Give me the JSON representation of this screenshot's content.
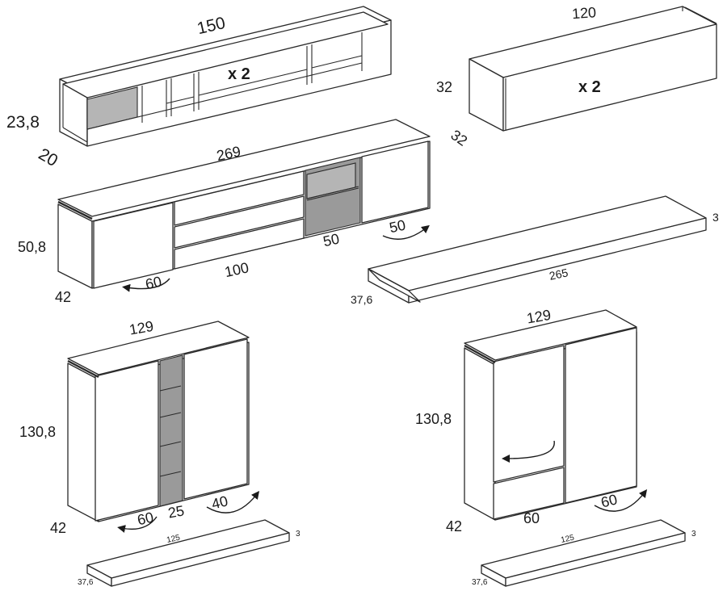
{
  "shelf_unit": {
    "width": "150",
    "height": "23,8",
    "depth": "20",
    "quantity": "x 2"
  },
  "wall_box": {
    "width": "120",
    "height": "32",
    "depth": "32",
    "quantity": "x 2"
  },
  "tv_unit": {
    "width": "269",
    "height": "50,8",
    "depth": "42",
    "drawer_width": "100",
    "open_width": "50",
    "door_left": "60",
    "door_right": "50"
  },
  "wall_panel_long": {
    "length": "265",
    "thickness": "3",
    "depth": "37,6"
  },
  "cabinet_left": {
    "width": "129",
    "height": "130,8",
    "depth": "42",
    "door_left": "60",
    "open_width": "25",
    "door_right": "40"
  },
  "panel_left": {
    "length": "125",
    "thickness": "3",
    "depth": "37,6"
  },
  "cabinet_right": {
    "width": "129",
    "height": "130,8",
    "depth": "42",
    "drawer_width": "60",
    "door_right": "60"
  },
  "panel_right": {
    "length": "125",
    "thickness": "3",
    "depth": "37,6"
  }
}
